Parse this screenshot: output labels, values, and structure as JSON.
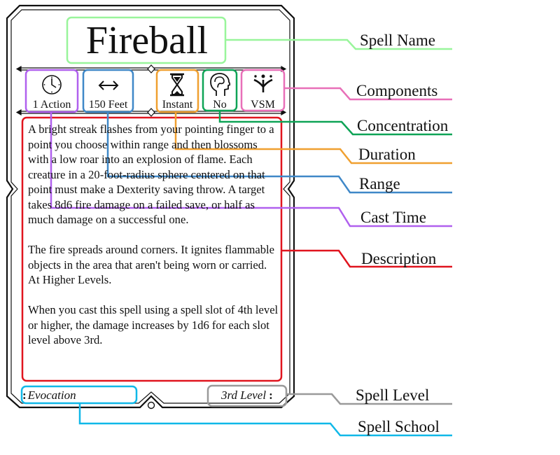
{
  "card": {
    "title": "Fireball",
    "stats": {
      "cast_time": "1 Action",
      "range": "150 Feet",
      "duration": "Instant",
      "concentration": "No",
      "components": "VSM"
    },
    "description": [
      "A bright streak flashes from your pointing finger to a point you choose within range and then blossoms with a low roar into an explosion of flame. Each creature in a 20-foot-radius sphere centered on that point must make a Dexterity saving throw. A target takes 8d6 fire damage on a failed save, or half as much damage on a successful one.",
      "The fire spreads around corners. It ignites flammable objects in the area that aren't being worn or carried.",
      "At Higher Levels.",
      "When you cast this spell using a spell slot of 4th level or higher, the damage increases by 1d6 for each slot level above 3rd."
    ],
    "school": "Evocation",
    "level": "3rd Level"
  },
  "callouts": [
    {
      "label": "Spell Name",
      "color": "#99f59b"
    },
    {
      "label": "Components",
      "color": "#e86fb8"
    },
    {
      "label": "Concentration",
      "color": "#0ea356"
    },
    {
      "label": "Duration",
      "color": "#f0a030"
    },
    {
      "label": "Range",
      "color": "#3f88c8"
    },
    {
      "label": "Cast Time",
      "color": "#b060ee"
    },
    {
      "label": "Description",
      "color": "#e0141e"
    },
    {
      "label": "Spell Level",
      "color": "#9a9a9a"
    },
    {
      "label": "Spell School",
      "color": "#10b8e8"
    }
  ],
  "icons": {
    "cast_time": "clock-icon",
    "range": "double-arrow-icon",
    "duration": "hourglass-icon",
    "concentration": "head-icon",
    "components": "components-icon"
  }
}
